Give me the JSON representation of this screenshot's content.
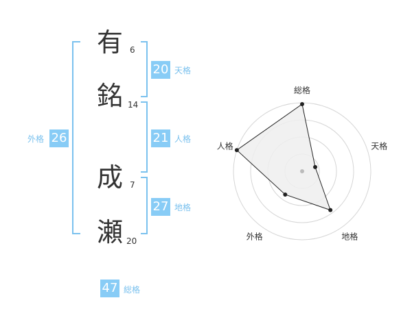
{
  "name": {
    "chars": [
      {
        "char": "有",
        "strokes": "6"
      },
      {
        "char": "銘",
        "strokes": "14"
      },
      {
        "char": "成",
        "strokes": "7"
      },
      {
        "char": "瀬",
        "strokes": "20"
      }
    ]
  },
  "scores": {
    "tenkaku": {
      "value": "20",
      "label": "天格"
    },
    "jinkaku": {
      "value": "21",
      "label": "人格"
    },
    "chikaku": {
      "value": "27",
      "label": "地格"
    },
    "gaikaku": {
      "value": "26",
      "label": "外格"
    },
    "soukaku": {
      "value": "47",
      "label": "総格"
    }
  },
  "chart_data": {
    "type": "radar",
    "axes": [
      "総格",
      "天格",
      "地格",
      "外格",
      "人格"
    ],
    "values": [
      0.98,
      0.2,
      0.7,
      0.42,
      1.0
    ],
    "rings": 4,
    "colors": {
      "fill": "#eeeeee",
      "line": "#222222",
      "grid": "#d5d5d5",
      "center": "#bbbbbb"
    }
  }
}
